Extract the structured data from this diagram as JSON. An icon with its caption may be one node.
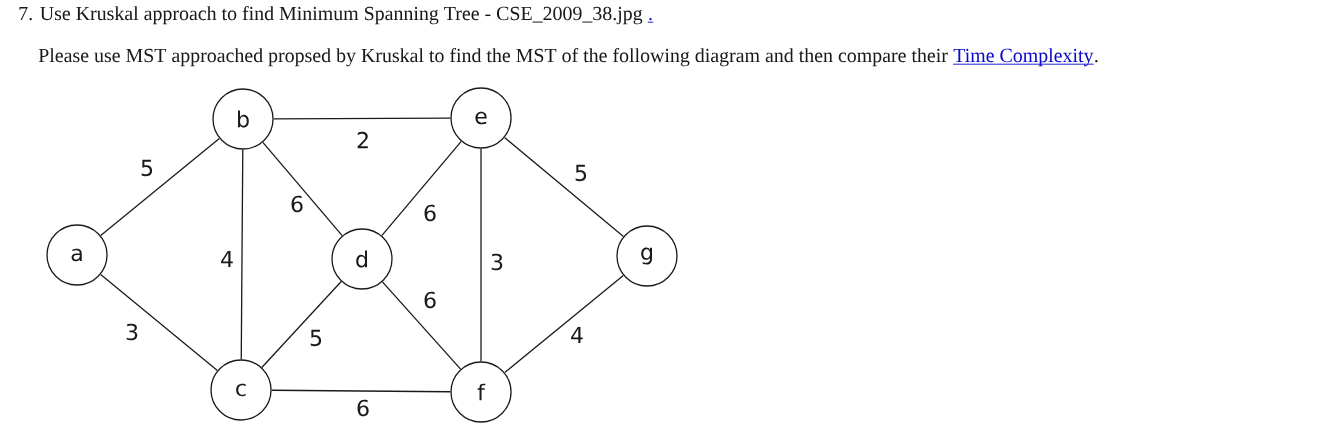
{
  "diagram": {
    "title": "7. Use Kruskal approach to find Minimum Spanning Tree - CSE_2009_38.jpg",
    "nodes": [
      {
        "text": [
          "a"
        ]
      },
      {
        "text": [
          "b"
        ]
      },
      {
        "text": [
          "c"
        ]
      },
      {
        "text": [
          "d"
        ]
      },
      {
        "text": [
          "e"
        ]
      },
      {
        "text": [
          "f"
        ]
      },
      {
        "text": [
          "g"
        ]
      }
    ],
    "edges": [
      {
        "from": 0,
        "to": 1,
        "arrow": "none",
        "label": "5"
      },
      {
        "from": 0,
        "to": 2,
        "arrow": "none",
        "label": "3"
      },
      {
        "from": 1,
        "to": 2,
        "arrow": "none",
        "label": "4"
      },
      {
        "from": 1,
        "to": 4,
        "arrow": "none",
        "label": "2"
      },
      {
        "from": 1,
        "to": 3,
        "arrow": "none",
        "label": "6"
      },
      {
        "from": 2,
        "to": 3,
        "arrow": "none",
        "label": "5"
      },
      {
        "from": 2,
        "to": 5,
        "arrow": "none",
        "label": "6"
      },
      {
        "from": 3,
        "to": 4,
        "arrow": "none",
        "label": "6"
      },
      {
        "from": 3,
        "to": 5,
        "arrow": "none",
        "label": "6"
      },
      {
        "from": 4,
        "to": 5,
        "arrow": "none",
        "label": "3"
      },
      {
        "from": 4,
        "to": 6,
        "arrow": "none",
        "label": "5"
      },
      {
        "from": 5,
        "to": 6,
        "arrow": "none",
        "label": "4"
      }
    ],
    "labels": [
      ".",
      "Please use MST approached propsed by Kruskal to find the MST of the following diagram and then compare their",
      "Time Complexity",
      "."
    ]
  }
}
